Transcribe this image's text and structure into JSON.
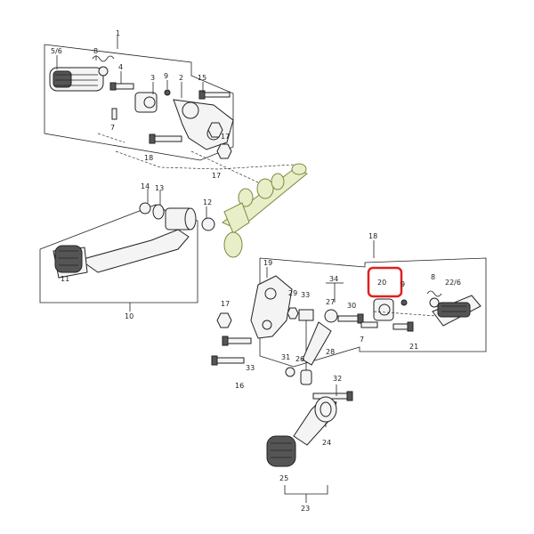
{
  "diagram": {
    "highlight_color": "#e02020",
    "highlighted_part": "20",
    "labels": {
      "l1": "1",
      "l56": "5/6",
      "l8a": "8",
      "l4": "4",
      "l3": "3",
      "l9a": "9",
      "l2": "2",
      "l15": "15",
      "l7a": "7",
      "l17a": "17",
      "l18a": "18",
      "l17b": "17",
      "l14": "14",
      "l13": "13",
      "l12": "12",
      "l11": "11",
      "l10": "10",
      "l18b": "18",
      "l19": "19",
      "l29": "29",
      "l33a": "33",
      "l34": "34",
      "l20": "20",
      "l9b": "9",
      "l8b": "8",
      "l226": "22/6",
      "l17c": "17",
      "l27": "27",
      "l30": "30",
      "l7b": "7",
      "l21": "21",
      "l33b": "33",
      "l16": "16",
      "l28": "28",
      "l31": "31",
      "l26": "26",
      "l32": "32",
      "l24": "24",
      "l25": "25",
      "l23": "23"
    }
  }
}
